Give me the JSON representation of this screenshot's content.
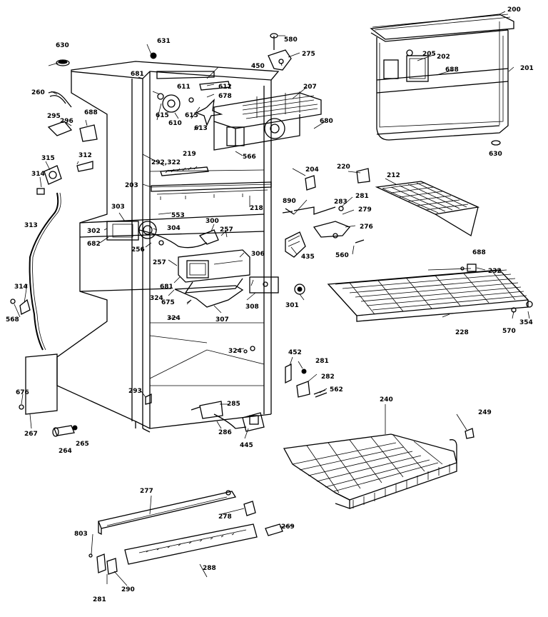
{
  "labels": {
    "l200": "200",
    "l201": "201",
    "l202": "202",
    "l203": "203",
    "l204": "204",
    "l205": "205",
    "l207": "207",
    "l212": "212",
    "l218": "218",
    "l219": "219",
    "l220": "220",
    "l228": "228",
    "l232": "232",
    "l240": "240",
    "l249": "249",
    "l256": "256",
    "l257a": "257",
    "l257b": "257",
    "l260": "260",
    "l264": "264",
    "l265": "265",
    "l267": "267",
    "l269": "269",
    "l275": "275",
    "l276": "276",
    "l277": "277",
    "l278": "278",
    "l279": "279",
    "l281a": "281",
    "l281b": "281",
    "l281c": "281",
    "l282": "282",
    "l283": "283",
    "l285": "285",
    "l286": "286",
    "l288": "288",
    "l290": "290",
    "l293": "293",
    "l295": "295",
    "l296": "296",
    "l300": "300",
    "l301": "301",
    "l302": "302",
    "l303": "303",
    "l304": "304",
    "l306": "306",
    "l307": "307",
    "l308": "308",
    "l312": "312",
    "l313": "313",
    "l314a": "314",
    "l314b": "314",
    "l315": "315",
    "l322": "292,322",
    "l324a": "324",
    "l324b": "324",
    "l324c": "324",
    "l354": "354",
    "l435": "435",
    "l445": "445",
    "l450": "450",
    "l452": "452",
    "l553": "553",
    "l560": "560",
    "l562": "562",
    "l566": "566",
    "l568": "568",
    "l570": "570",
    "l580": "580",
    "l610": "610",
    "l611": "611",
    "l612": "612",
    "l613": "613",
    "l615a": "615",
    "l615b": "615",
    "l630a": "630",
    "l630b": "630",
    "l631": "631",
    "l675": "675",
    "l676": "676",
    "l678": "678",
    "l680": "680",
    "l681a": "681",
    "l681b": "681",
    "l682": "682",
    "l688a": "688",
    "l688b": "688",
    "l688c": "688",
    "l803": "803",
    "l890": "890"
  }
}
